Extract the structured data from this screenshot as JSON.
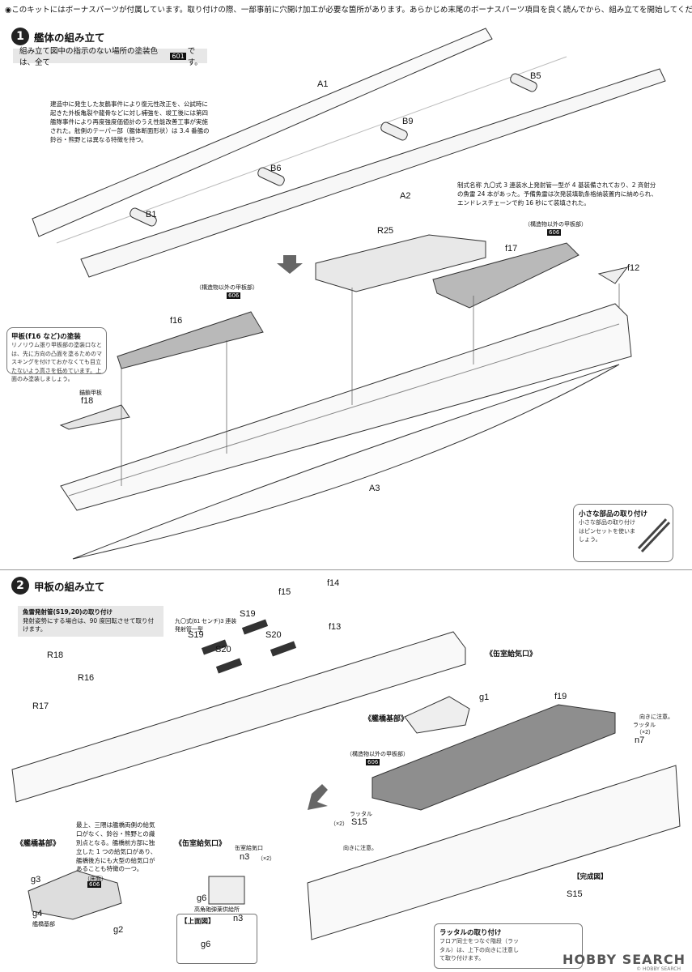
{
  "top_note": "◉このキットにはボーナスパーツが付属しています。取り付けの際、一部事前に穴開け加工が必要な箇所があります。あらかじめ末尾のボーナスパーツ項目を良く読んでから、組み立てを開始してください。",
  "step1": {
    "number": "1",
    "title": "艦体の組み立て",
    "paint_note_prefix": "組み立て図中の指示のない場所の塗装色は、全て",
    "paint_code": "601",
    "paint_note_suffix": "です。",
    "hull_note": "建造中に発生した友鶴事件により復元性改正を、公試時に起きた外板亀裂や龍骨などに対し補強を、竣工後には第四艦隊事件により再度強度価値計のうえ性能改善工事が実施された。舷側のテーパー部（艦体断面形状）は 3.4 番艦の鈴谷・熊野とは異なる特徴を持つ。",
    "torpedo_note": "制式名称 九〇式 3 連装水上発射管一型が 4 基装備されており、2 斉射分の魚雷 24 本があった。予備魚雷は次発装填軌条格納装置内に納められ、エンドレスチェーンで約 16 秒にて装填された。",
    "deck_note_upper": "（構造物以外の甲板部）",
    "deck_note_left": "（構造物以外の甲板部）",
    "paint_606": "606",
    "labels": {
      "A1": "A1",
      "A2": "A2",
      "A3": "A3",
      "B1": "B1",
      "B5": "B5",
      "B6": "B6",
      "B9": "B9",
      "R25": "R25",
      "f12": "f12",
      "f16": "f16",
      "f17": "f17",
      "f18": "f18",
      "f18_sub": "錨鎖甲板"
    },
    "deck_paint_box": {
      "title": "甲板(f16 など)の塗装",
      "body": "リノリウム張り甲板部の塗装口なとは、先に方向の凸面を塗るためのマスキングを付けておかなくても目立たないよう高さを低めています。上面のみ塗装しましょう。"
    },
    "small_parts_box": {
      "title": "小さな部品の取り付け",
      "body": "小さな部品の取り付けはピンセットを使いましょう。"
    }
  },
  "step2": {
    "number": "2",
    "title": "甲板の組み立て",
    "torpedo_box_title": "魚雷発射管(S19,20)の取り付け",
    "torpedo_box_body": "発射姿勢にする場合は、90 度回転させて取り付けます。",
    "torpedo_spec": "九〇式(61 センチ)3 連装発射管一型",
    "labels": {
      "R16": "R16",
      "R17": "R17",
      "R18": "R18",
      "S19": "S19",
      "S20": "S20",
      "f13": "f13",
      "f14": "f14",
      "f15": "f15",
      "f19": "f19",
      "g1": "g1",
      "g2": "g2",
      "g3": "g3",
      "g4": "g4",
      "g6": "g6",
      "n3": "n3",
      "n7": "n7",
      "S15": "S15"
    },
    "sub_bridge": "《艦橋基部》",
    "sub_bridge_base": "《艦橋基部》",
    "sub_boiler": "《缶室給気口》",
    "sub_boiler_upper": "《缶室給気口》",
    "bridge_note": "最上、三隈は艦橋両側の給気口がなく、鈴谷・熊野との識別点となる。艦橋前方部に独立した 1 つの給気口があり、艦橋後方にも大型の給気口があることも特徴の一つ。",
    "bridge_paint_note": "（床面）",
    "bridge_paint_code": "606",
    "deck_paint_note": "（構造物以外の甲板部）",
    "deck_paint_code": "606",
    "g4_sub": "艦橋基部",
    "g6_sub": "高角砲弾薬供給所",
    "n3_sub": "缶室給気口",
    "n3_qty": "（×2）",
    "ladder_label": "ラッタル",
    "ladder_qty": "（×2）",
    "direction_note": "向きに注意。",
    "direction_note_2": "向きに注意。",
    "top_view_label": "【上面図】",
    "completed_label": "【完成図】",
    "ladder_box": {
      "title": "ラッタルの取り付け",
      "body": "フロア同士をつなぐ階段（ラッタル）は、上下の向きに注意して取り付けます。"
    }
  },
  "watermark": "HOBBY SEARCH",
  "watermark_sub": "© HOBBY SEARCH"
}
